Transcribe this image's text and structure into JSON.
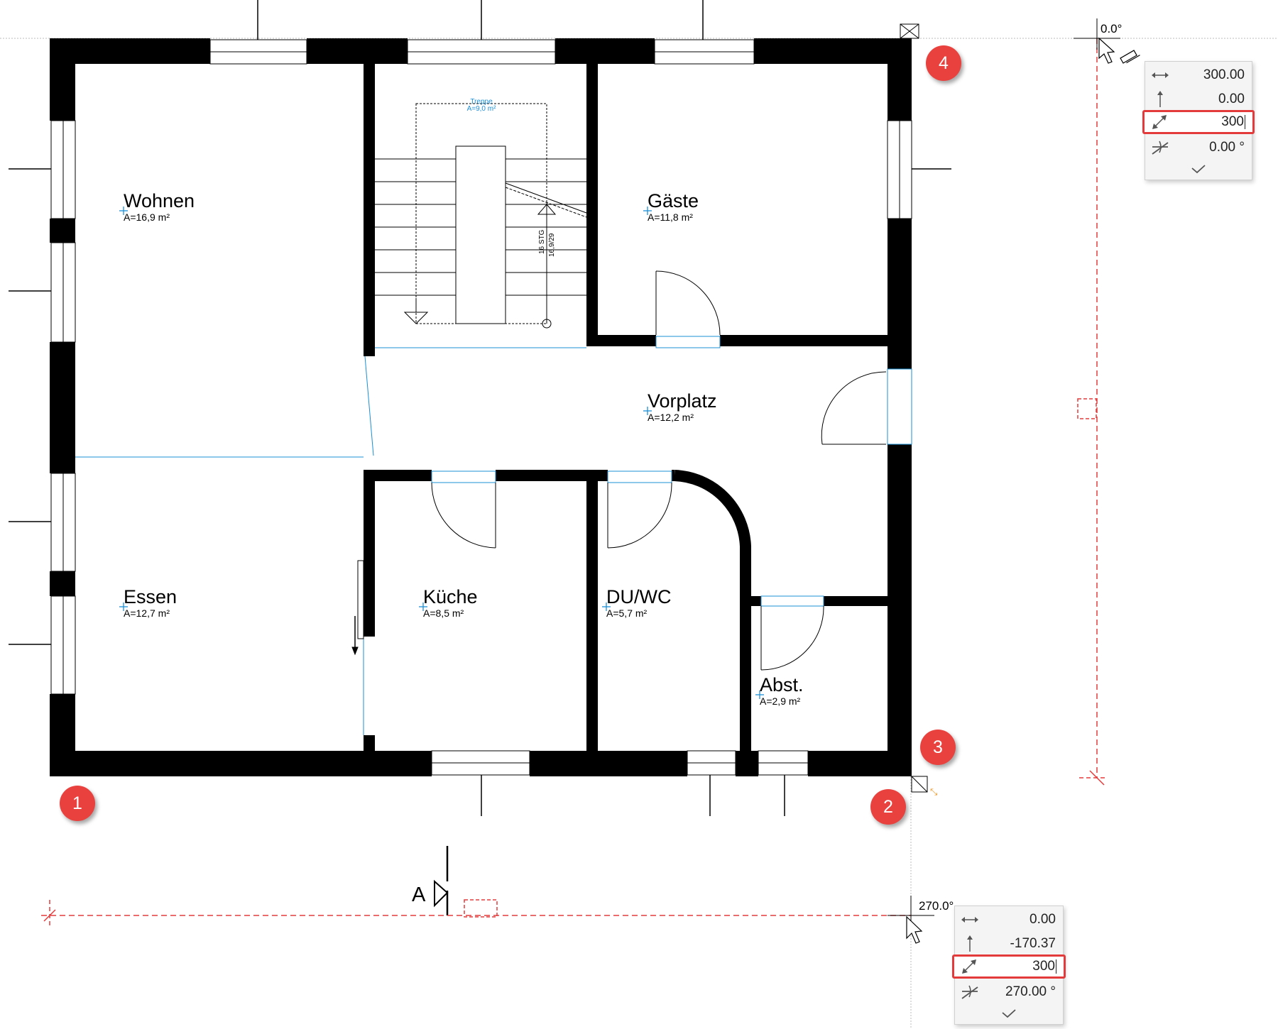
{
  "rooms": {
    "wohnen": {
      "name": "Wohnen",
      "area": "A=16,9 m²"
    },
    "gaeste": {
      "name": "Gäste",
      "area": "A=11,8 m²"
    },
    "vorplatz": {
      "name": "Vorplatz",
      "area": "A=12,2 m²"
    },
    "essen": {
      "name": "Essen",
      "area": "A=12,7 m²"
    },
    "kueche": {
      "name": "Küche",
      "area": "A=8,5 m²"
    },
    "duwc": {
      "name": "DU/WC",
      "area": "A=5,7 m²"
    },
    "abst": {
      "name": "Abst.",
      "area": "A=2,9 m²"
    }
  },
  "stair": {
    "label": "Treppe",
    "area": "A=9,0 m²",
    "steps": "16 STG",
    "ratio": "16,9/29"
  },
  "section_marker": "A",
  "angle_labels": {
    "top": "0.0°",
    "bottom": "270.0°"
  },
  "callouts": [
    "1",
    "2",
    "3",
    "4"
  ],
  "panel_top": {
    "dx": "300.00",
    "dy": "0.00",
    "length": "300",
    "angle": "0.00 °"
  },
  "panel_bottom": {
    "dx": "0.00",
    "dy": "-170.37",
    "length": "300",
    "angle": "270.00 °"
  },
  "icons": {
    "dx": "horizontal-arrow-icon",
    "dy": "vertical-arrow-icon",
    "length": "diagonal-arrow-icon",
    "angle": "angle-icon",
    "confirm": "checkmark-icon"
  },
  "colors": {
    "wall": "#000000",
    "dimension": "#e33b3b",
    "room_boundary": "#1b8fd6",
    "callout": "#e9413e"
  }
}
